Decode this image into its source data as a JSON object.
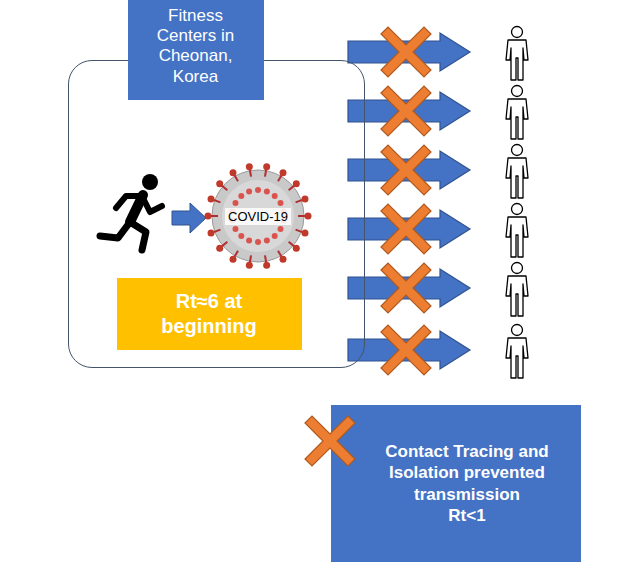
{
  "diagram": {
    "nodes": [
      {
        "text": [
          "Fitness Centers in Cheonan, Korea"
        ]
      },
      {
        "text": [
          "Rt≈6 at beginning"
        ],
        "in": 0
      },
      {
        "text": [
          "Contact Tracing and Isolation prevented transmission",
          "Rt<1"
        ]
      }
    ],
    "labels": [
      "COVID-19"
    ]
  }
}
